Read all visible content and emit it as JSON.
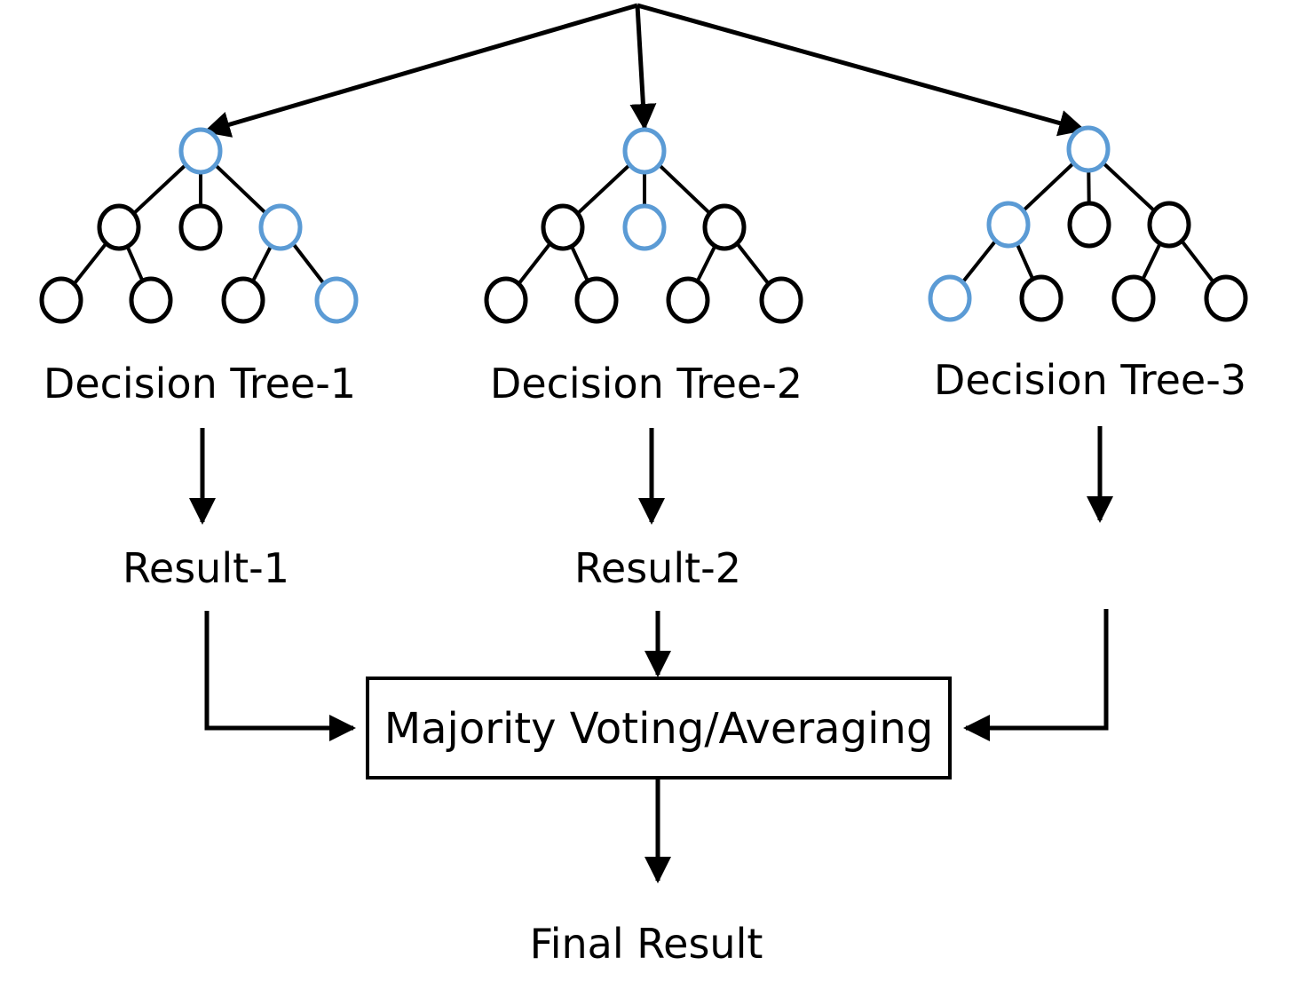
{
  "colors": {
    "highlight": "#5b9bd5",
    "default": "#000000"
  },
  "trees": [
    {
      "label": "Decision Tree-1",
      "result": "Result-1",
      "nodes": {
        "root": "blue",
        "level2": [
          "black",
          "black",
          "blue"
        ],
        "level3": [
          "black",
          "black",
          "black",
          "blue"
        ]
      }
    },
    {
      "label": "Decision Tree-2",
      "result": "Result-2",
      "nodes": {
        "root": "blue",
        "level2": [
          "black",
          "blue",
          "black"
        ],
        "level3": [
          "black",
          "black",
          "black",
          "black"
        ]
      }
    },
    {
      "label": "Decision Tree-3",
      "result": "",
      "nodes": {
        "root": "blue",
        "level2": [
          "blue",
          "black",
          "black"
        ],
        "level3": [
          "blue",
          "black",
          "black",
          "black"
        ]
      }
    }
  ],
  "aggregator": {
    "label": "Majority Voting/Averaging"
  },
  "final": {
    "label": "Final Result"
  }
}
